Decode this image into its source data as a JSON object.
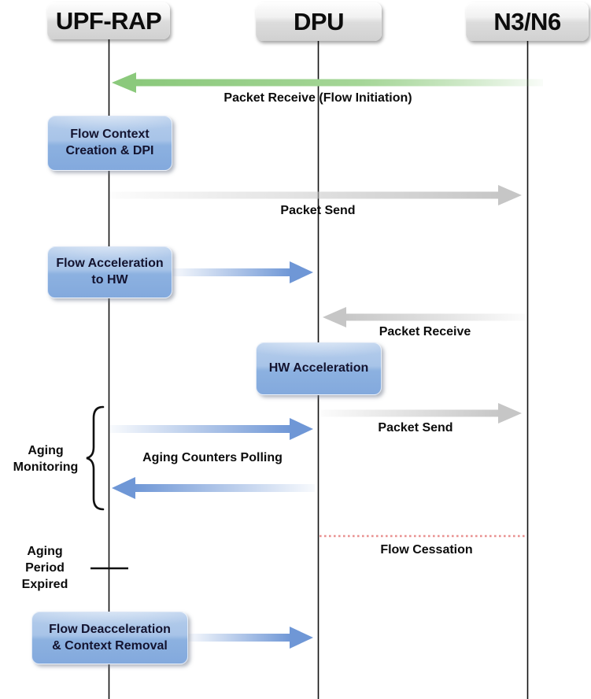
{
  "lifelines": [
    {
      "id": "upf-rap",
      "label": "UPF-RAP"
    },
    {
      "id": "dpu",
      "label": "DPU"
    },
    {
      "id": "n3n6",
      "label": "N3/N6"
    }
  ],
  "messages": {
    "packet_receive_flow_initiation": "Packet Receive (Flow Initiation)",
    "packet_send_upf_to_n3n6": "Packet Send",
    "packet_receive_n3n6_to_dpu": "Packet Receive",
    "packet_send_dpu_to_n3n6": "Packet Send",
    "aging_counters_polling": "Aging Counters Polling",
    "flow_cessation": "Flow Cessation"
  },
  "activities": {
    "flow_context": "Flow Context\nCreation & DPI",
    "flow_acceleration": "Flow Acceleration\nto HW",
    "hw_acceleration": "HW Acceleration",
    "flow_deacceleration": "Flow Deacceleration\n& Context Removal"
  },
  "annotations": {
    "aging_monitoring": "Aging\nMonitoring",
    "aging_period_expired": "Aging\nPeriod\nExpired"
  },
  "colors": {
    "arrow_green": "#8bc97c",
    "arrow_blue": "#6f97d6",
    "arrow_gray": "#c6c6c6",
    "cessation_red": "#e8908f",
    "activity_box_blue": "#83a9dd",
    "header_gray": "#d1d1d1",
    "lifeline_black": "#111111"
  }
}
